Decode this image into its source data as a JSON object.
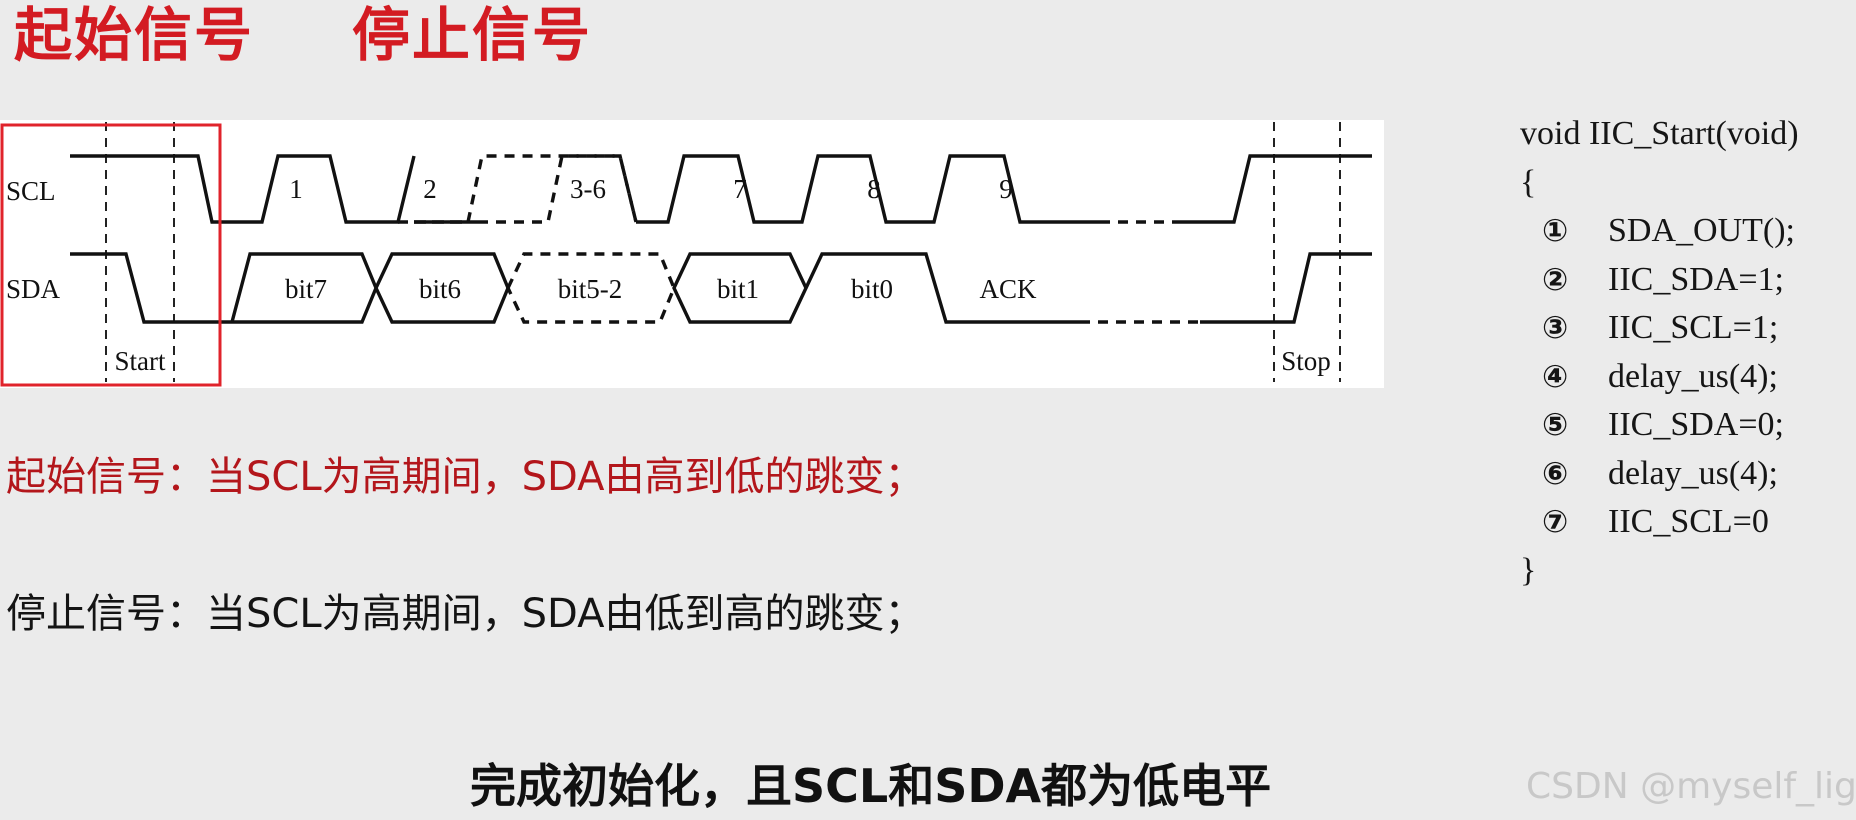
{
  "headings": {
    "start": "起始信号",
    "stop": "停止信号"
  },
  "timing": {
    "scl_label": "SCL",
    "sda_label": "SDA",
    "clock_labels": [
      "1",
      "2",
      "3-6",
      "7",
      "8",
      "9"
    ],
    "data_labels": [
      "bit7",
      "bit6",
      "bit5-2",
      "bit1",
      "bit0",
      "ACK"
    ],
    "start_label": "Start",
    "stop_label": "Stop",
    "highlight_color": "#e0232b"
  },
  "descriptions": {
    "start": "起始信号：当SCL为高期间，SDA由高到低的跳变；",
    "stop": "停止信号：当SCL为高期间，SDA由低到高的跳变；"
  },
  "code": {
    "signature": "void IIC_Start(void)",
    "open_brace": "{",
    "steps": [
      {
        "no": "①",
        "stmt": "SDA_OUT();"
      },
      {
        "no": "②",
        "stmt": "IIC_SDA=1;"
      },
      {
        "no": "③",
        "stmt": "IIC_SCL=1;"
      },
      {
        "no": "④",
        "stmt": "delay_us(4);"
      },
      {
        "no": "⑤",
        "stmt": "IIC_SDA=0;"
      },
      {
        "no": "⑥",
        "stmt": "delay_us(4);"
      },
      {
        "no": "⑦",
        "stmt": "IIC_SCL=0"
      }
    ],
    "close_brace": "}"
  },
  "footer_note": "完成初始化，且SCL和SDA都为低电平",
  "watermark": "CSDN @myself_light",
  "colors": {
    "accent_red": "#d31b22",
    "background": "#ebebeb",
    "panel": "#ffffff"
  }
}
